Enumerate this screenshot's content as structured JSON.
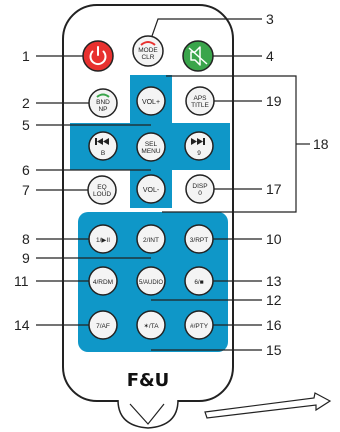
{
  "buttons": {
    "power": {
      "label": "",
      "icon": "power-icon",
      "color": "#e8312f"
    },
    "mode": {
      "top": "MODE",
      "bottom": "CLR"
    },
    "mute": {
      "label": "",
      "icon": "speaker-mute-icon",
      "color": "#3aa54b"
    },
    "band": {
      "top": "BND",
      "bottom": "NP"
    },
    "vol_up": {
      "label": "VOL+"
    },
    "aps": {
      "top": "APS",
      "bottom": "TITLE"
    },
    "prev": {
      "icon": "skip-back-icon",
      "bottom": "B"
    },
    "sel": {
      "top": "SEL",
      "bottom": "MENU"
    },
    "next": {
      "icon": "skip-forward-icon",
      "bottom": "9"
    },
    "eq": {
      "top": "EQ",
      "bottom": "LOUD"
    },
    "vol_down": {
      "label": "VOL-"
    },
    "disp": {
      "top": "DISP",
      "bottom": "0"
    },
    "k1": {
      "label": "1/▶II"
    },
    "k2": {
      "label": "2/INT"
    },
    "k3": {
      "label": "3/RPT"
    },
    "k4": {
      "label": "4/RDM"
    },
    "k5": {
      "label": "5/AUDIO"
    },
    "k6": {
      "label": "6/■"
    },
    "k7": {
      "label": "7/AF"
    },
    "k8": {
      "label": "✶/TA"
    },
    "k9": {
      "label": "#/PTY"
    }
  },
  "callouts": [
    "1",
    "2",
    "3",
    "4",
    "5",
    "6",
    "7",
    "8",
    "9",
    "10",
    "11",
    "12",
    "13",
    "14",
    "15",
    "16",
    "17",
    "18",
    "19"
  ],
  "logo": "F&U",
  "colors": {
    "panel": "#0f97c8",
    "body": "#ffffff",
    "outline": "#222222",
    "button": "#f4f4f4"
  }
}
